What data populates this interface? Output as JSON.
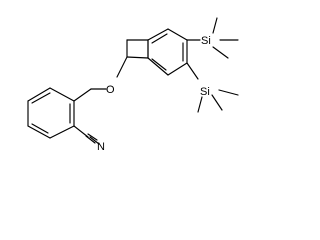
{
  "molecule": {
    "atoms": {
      "oxygen": "O",
      "silicon_top": "Si",
      "silicon_bottom": "Si",
      "nitrile_nitrogen": "N"
    },
    "colors": {
      "bond": "#000000",
      "background": "#ffffff"
    }
  }
}
